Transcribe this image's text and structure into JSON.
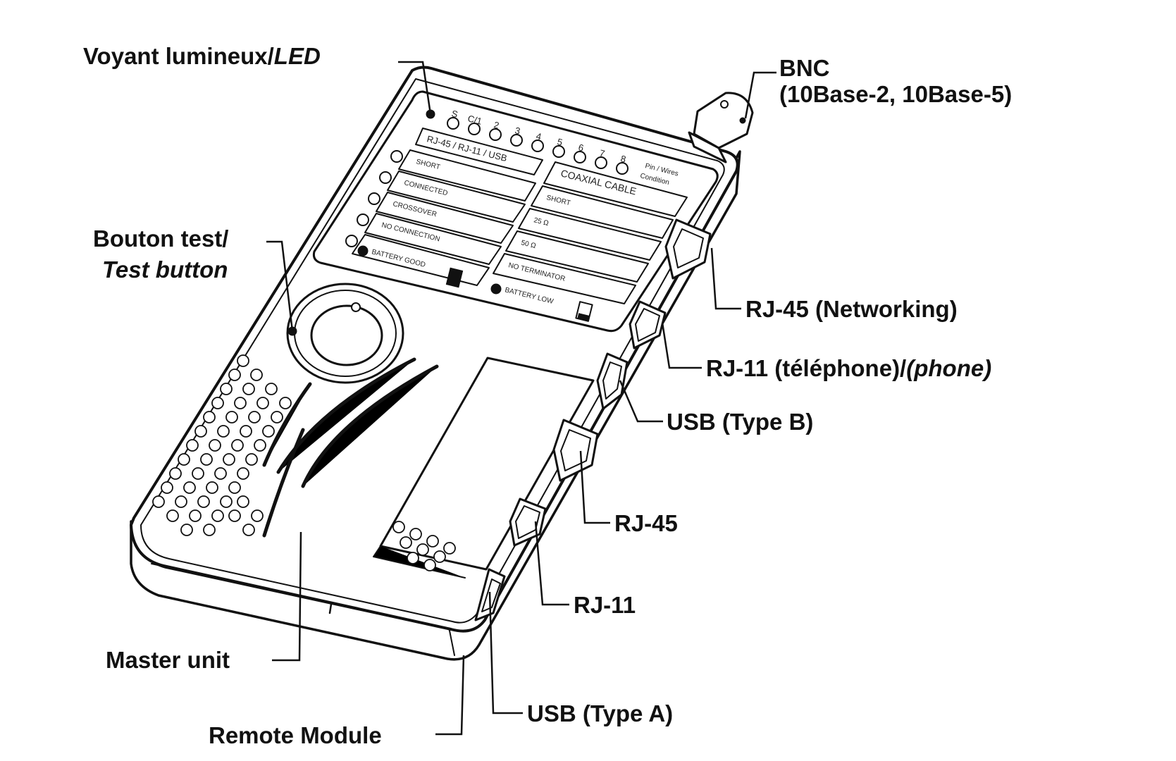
{
  "labels": {
    "led_a": "Voyant lumineux/",
    "led_b": "LED",
    "bnc_1": "BNC",
    "bnc_2": "(10Base-2, 10Base-5)",
    "test_1": "Bouton test/",
    "test_2": "Test button",
    "rj45_net": "RJ-45 (Networking)",
    "rj11_tel_a": "RJ-11 (téléphone)/",
    "rj11_tel_b": "(phone)",
    "usb_b": "USB (Type B)",
    "rj45": "RJ-45",
    "rj11": "RJ-11",
    "master": "Master unit",
    "usb_a": "USB (Type A)",
    "remote": "Remote Module"
  },
  "panel": {
    "pins": [
      "S",
      "C/1",
      "2",
      "3",
      "4",
      "5",
      "6",
      "7",
      "8"
    ],
    "pin_wires_1": "Pin / Wires",
    "pin_wires_2": "Condition",
    "header_left": "RJ-45 / RJ-11 / USB",
    "header_right": "COAXIAL CABLE",
    "left_rows": [
      "SHORT",
      "CONNECTED",
      "CROSSOVER",
      "NO CONNECTION"
    ],
    "right_rows": [
      "SHORT",
      "25 Ω",
      "50 Ω",
      "NO TERMINATOR"
    ],
    "battery_good": "BATTERY GOOD",
    "battery_low": "BATTERY LOW"
  }
}
